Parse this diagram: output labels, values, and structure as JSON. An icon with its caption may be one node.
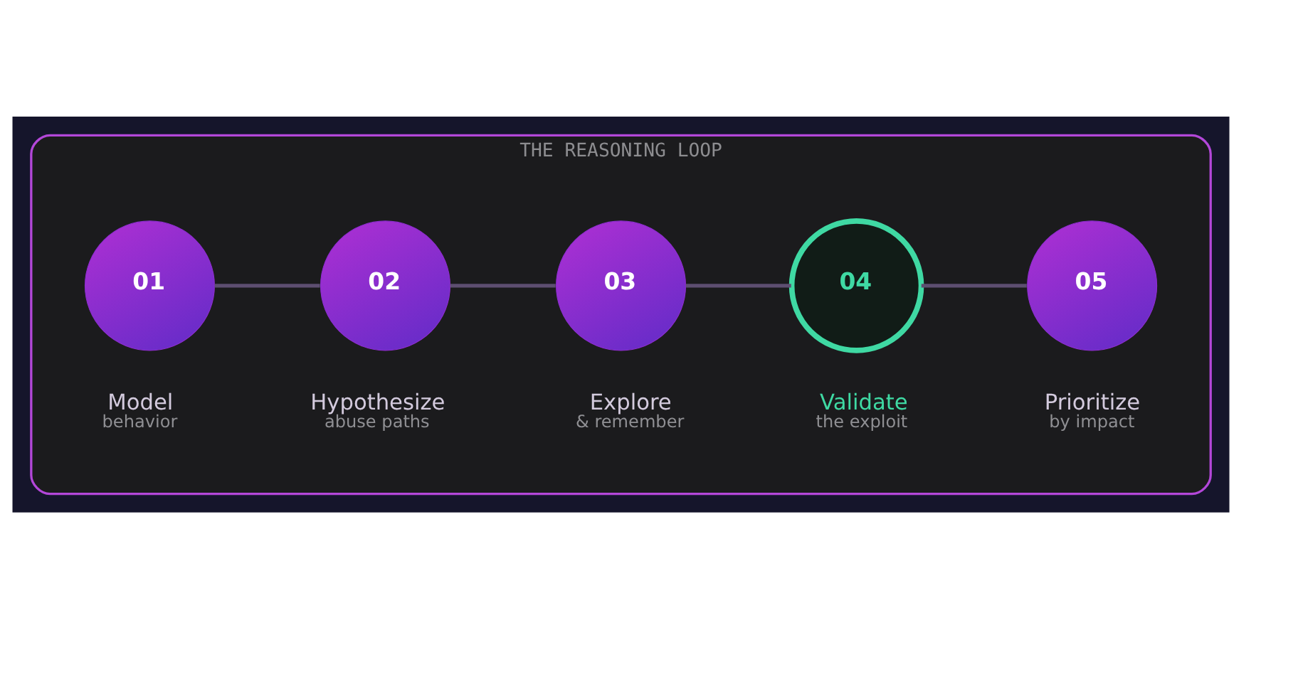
{
  "diagram": {
    "nodes": [
      {
        "text": [
          "THE REASONING LOOP"
        ]
      },
      {
        "text": [
          "01"
        ],
        "in": 0,
        "beside": [
          "Model",
          "behavior"
        ]
      },
      {
        "text": [
          "02"
        ],
        "in": 0,
        "beside": [
          "Hypothesize",
          "abuse paths"
        ]
      },
      {
        "text": [
          "03"
        ],
        "in": 0,
        "beside": [
          "Explore",
          "& remember"
        ]
      },
      {
        "text": [
          "04"
        ],
        "in": 0,
        "beside": [
          "Validate",
          "the exploit"
        ]
      },
      {
        "text": [
          "05"
        ],
        "in": 0,
        "beside": [
          "Prioritize",
          "by impact"
        ]
      }
    ],
    "edges": [
      {
        "from": 1,
        "to": 2,
        "arrow": "none"
      },
      {
        "from": 2,
        "to": 3,
        "arrow": "none"
      },
      {
        "from": 3,
        "to": 4,
        "arrow": "none"
      },
      {
        "from": 4,
        "to": 5,
        "arrow": "none"
      }
    ]
  }
}
